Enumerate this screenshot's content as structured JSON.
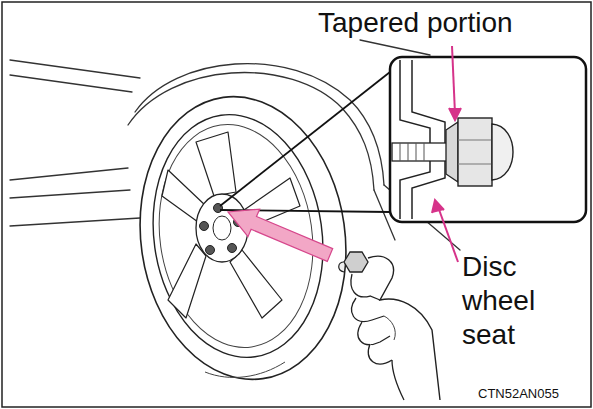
{
  "diagram": {
    "labels": [
      "Tapered portion",
      "Disc wheel seat",
      "CTN52AN055"
    ]
  }
}
